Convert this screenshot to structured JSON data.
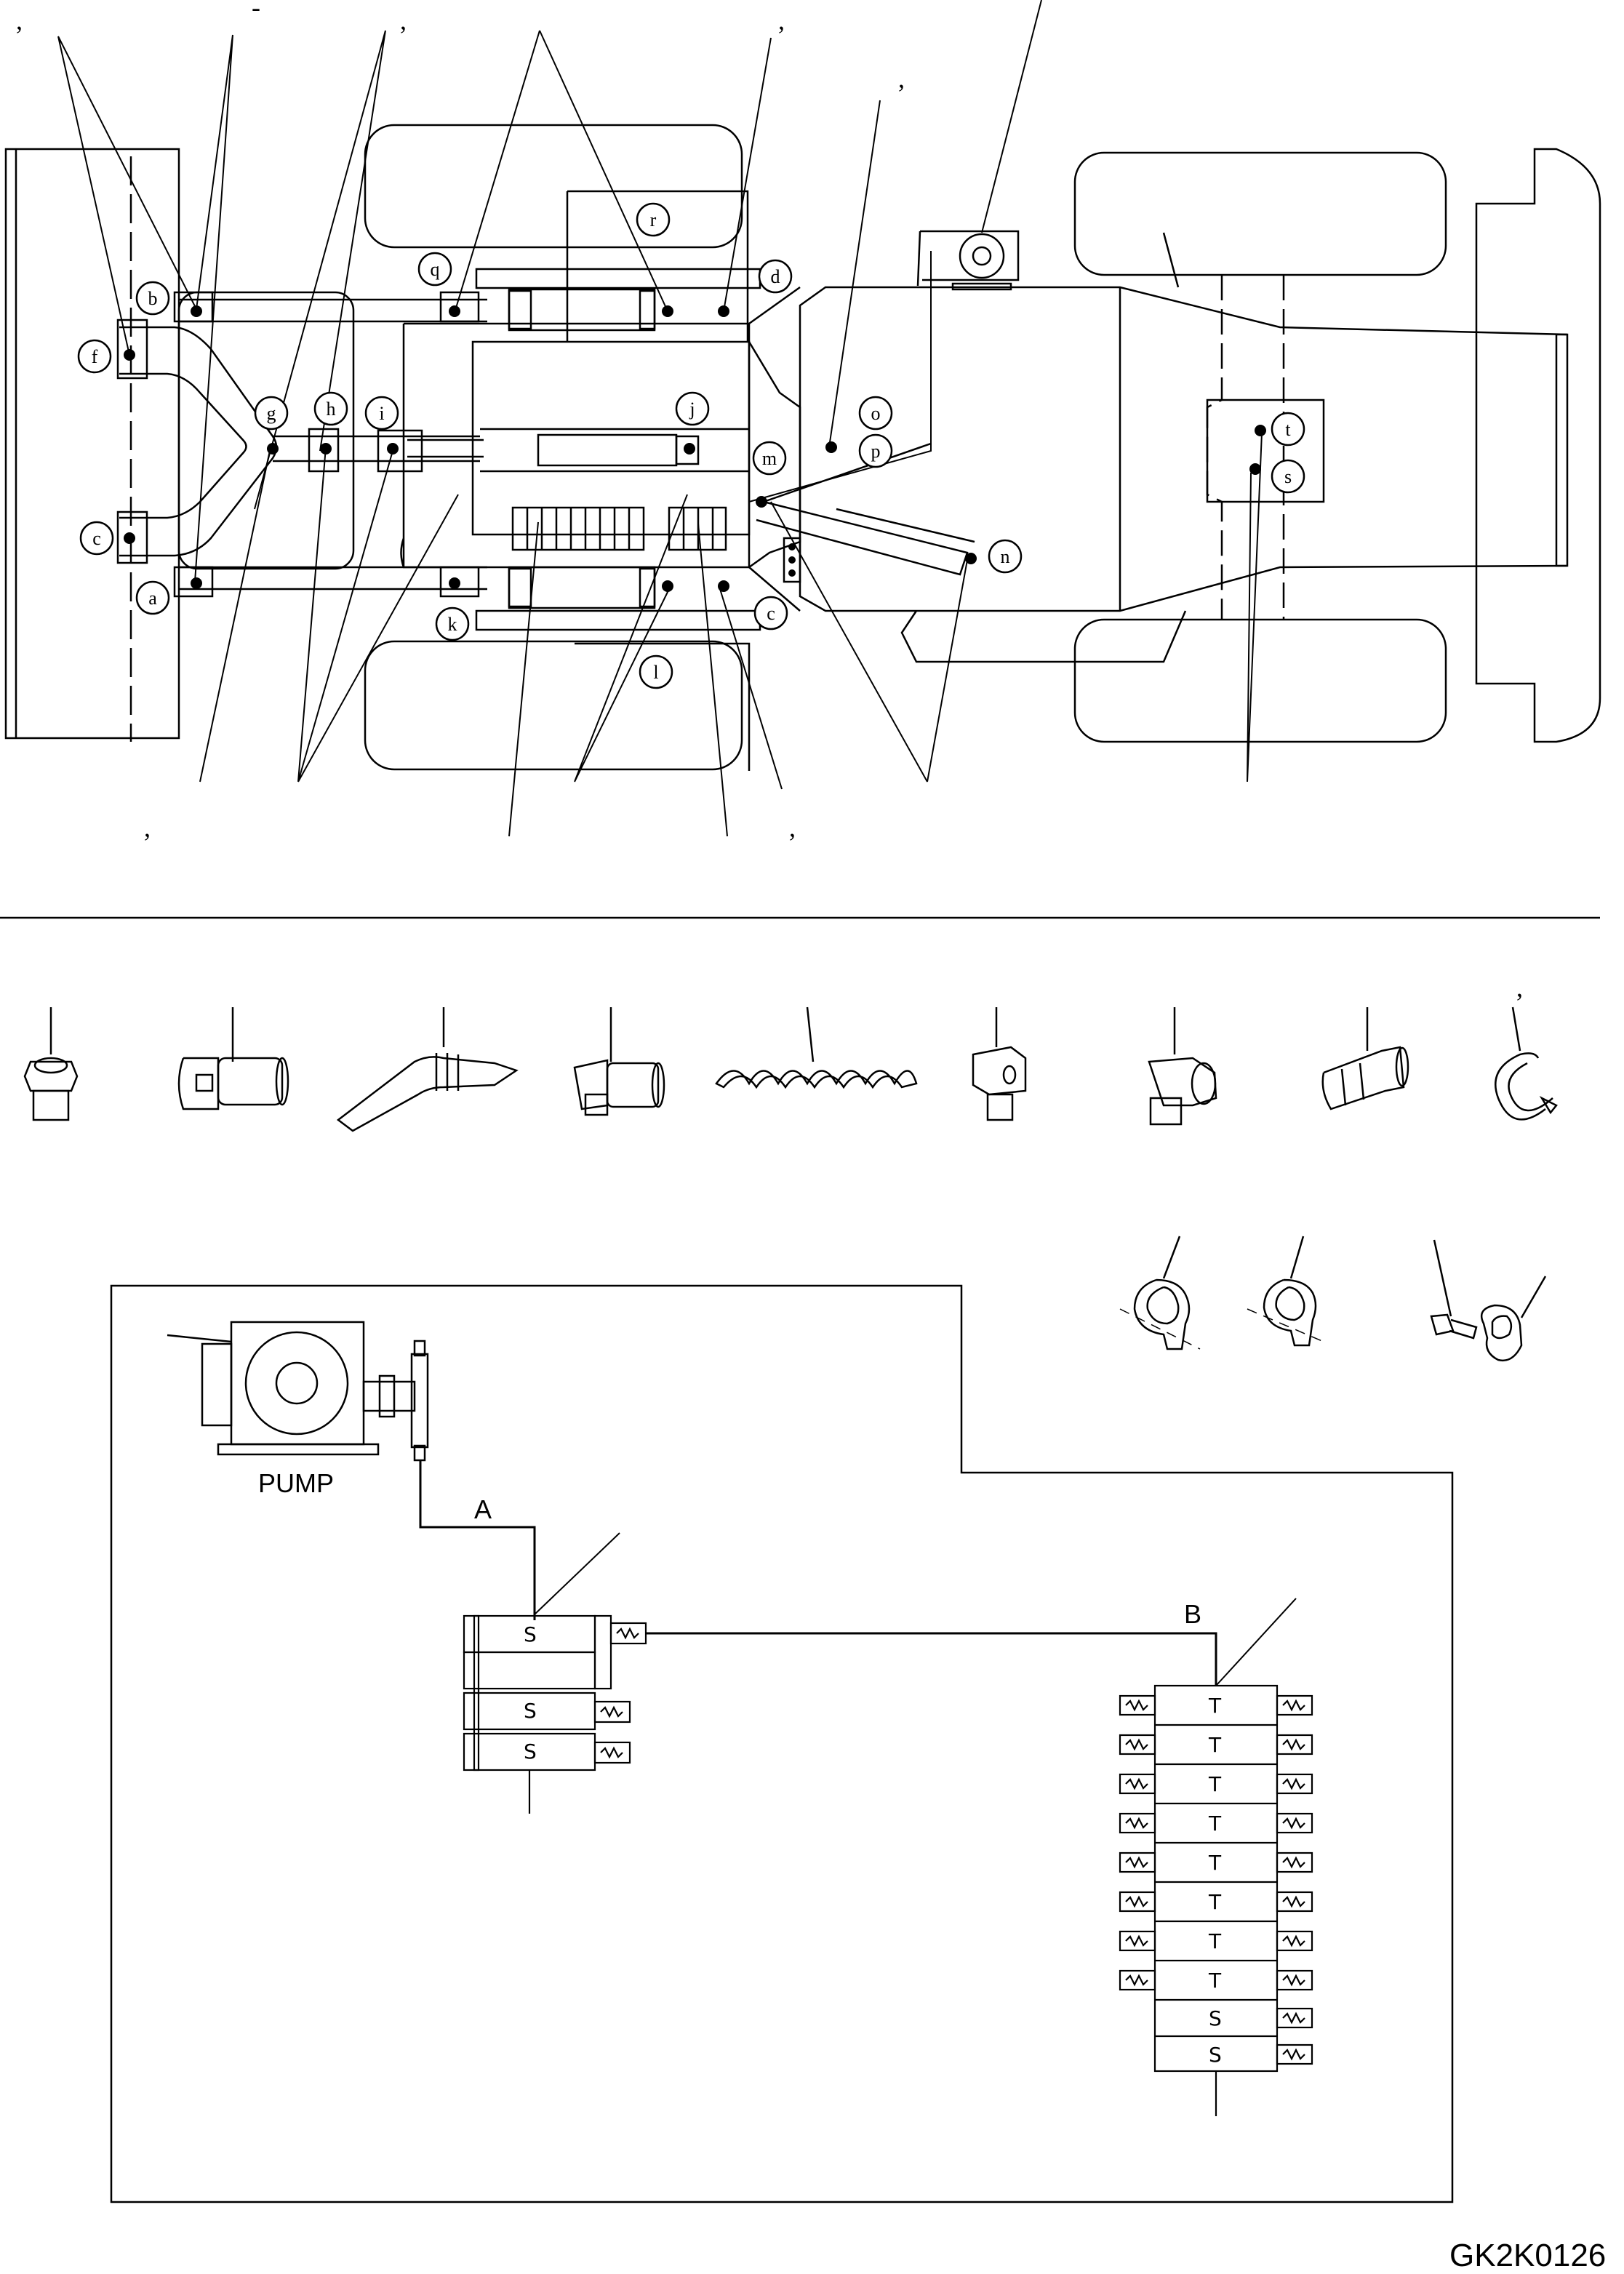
{
  "upper_callouts": {
    "a": "a",
    "b": "b",
    "c": "c",
    "c2": "c",
    "d": "d",
    "f": "f",
    "g": "g",
    "h": "h",
    "i": "i",
    "j": "j",
    "k": "k",
    "l": "l",
    "m": "m",
    "n": "n",
    "o": "o",
    "p": "p",
    "q": "q",
    "r": "r",
    "s": "s",
    "t": "t"
  },
  "stray_marks": {
    "comma": ",",
    "dash": "-"
  },
  "schematic": {
    "pump_label": "PUMP",
    "line_a_label": "A",
    "line_b_label": "B",
    "block_s": "S",
    "block_t": "T",
    "mini_block_s": "S"
  },
  "drawing_code": "GK2K0126"
}
